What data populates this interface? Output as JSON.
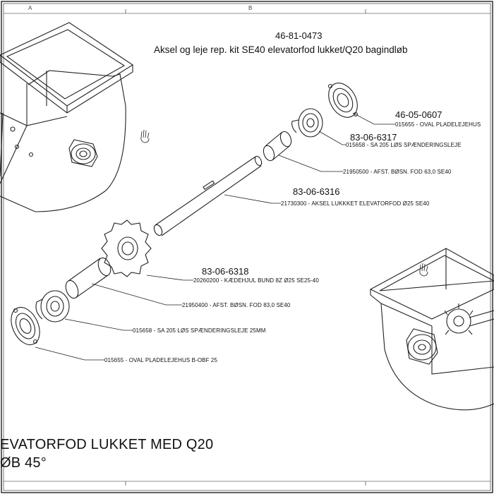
{
  "frame": {
    "column_markers": [
      "A",
      "B"
    ]
  },
  "header": {
    "kit_number": "46-81-0473",
    "kit_title": "Aksel og leje rep. kit SE40 elevatorfod lukket/Q20 bagindløb"
  },
  "parts": [
    {
      "part_number": "46-05-0607",
      "description": "015655 - OVAL PLADELEJEHUS"
    },
    {
      "part_number": "83-06-6317",
      "description": "015658 - SA 205 LØS SPÆNDERINGSLEJE"
    },
    {
      "part_number": "",
      "description": "21950500 - AFST. BØSN. FOD 63,0 SE40"
    },
    {
      "part_number": "83-06-6316",
      "description": "21730300 - AKSEL LUKKKET ELEVATORFOD Ø25 SE40"
    },
    {
      "part_number": "83-06-6318",
      "description": "20260200 - KÆDEHJUL BUND 8Z Ø25 SE25-40"
    },
    {
      "part_number": "",
      "description": "21950400 - AFST. BØSN. FOD 83,0 SE40"
    },
    {
      "part_number": "",
      "description": "015658 - SA 205 LØS SPÆNDERINGSLEJE 25MM"
    },
    {
      "part_number": "",
      "description": "015655 - OVAL PLADELEJEHUS B-OBF 25"
    }
  ],
  "footer": {
    "line1": "EVATORFOD LUKKET MED Q20",
    "line2": "ØB 45°"
  }
}
